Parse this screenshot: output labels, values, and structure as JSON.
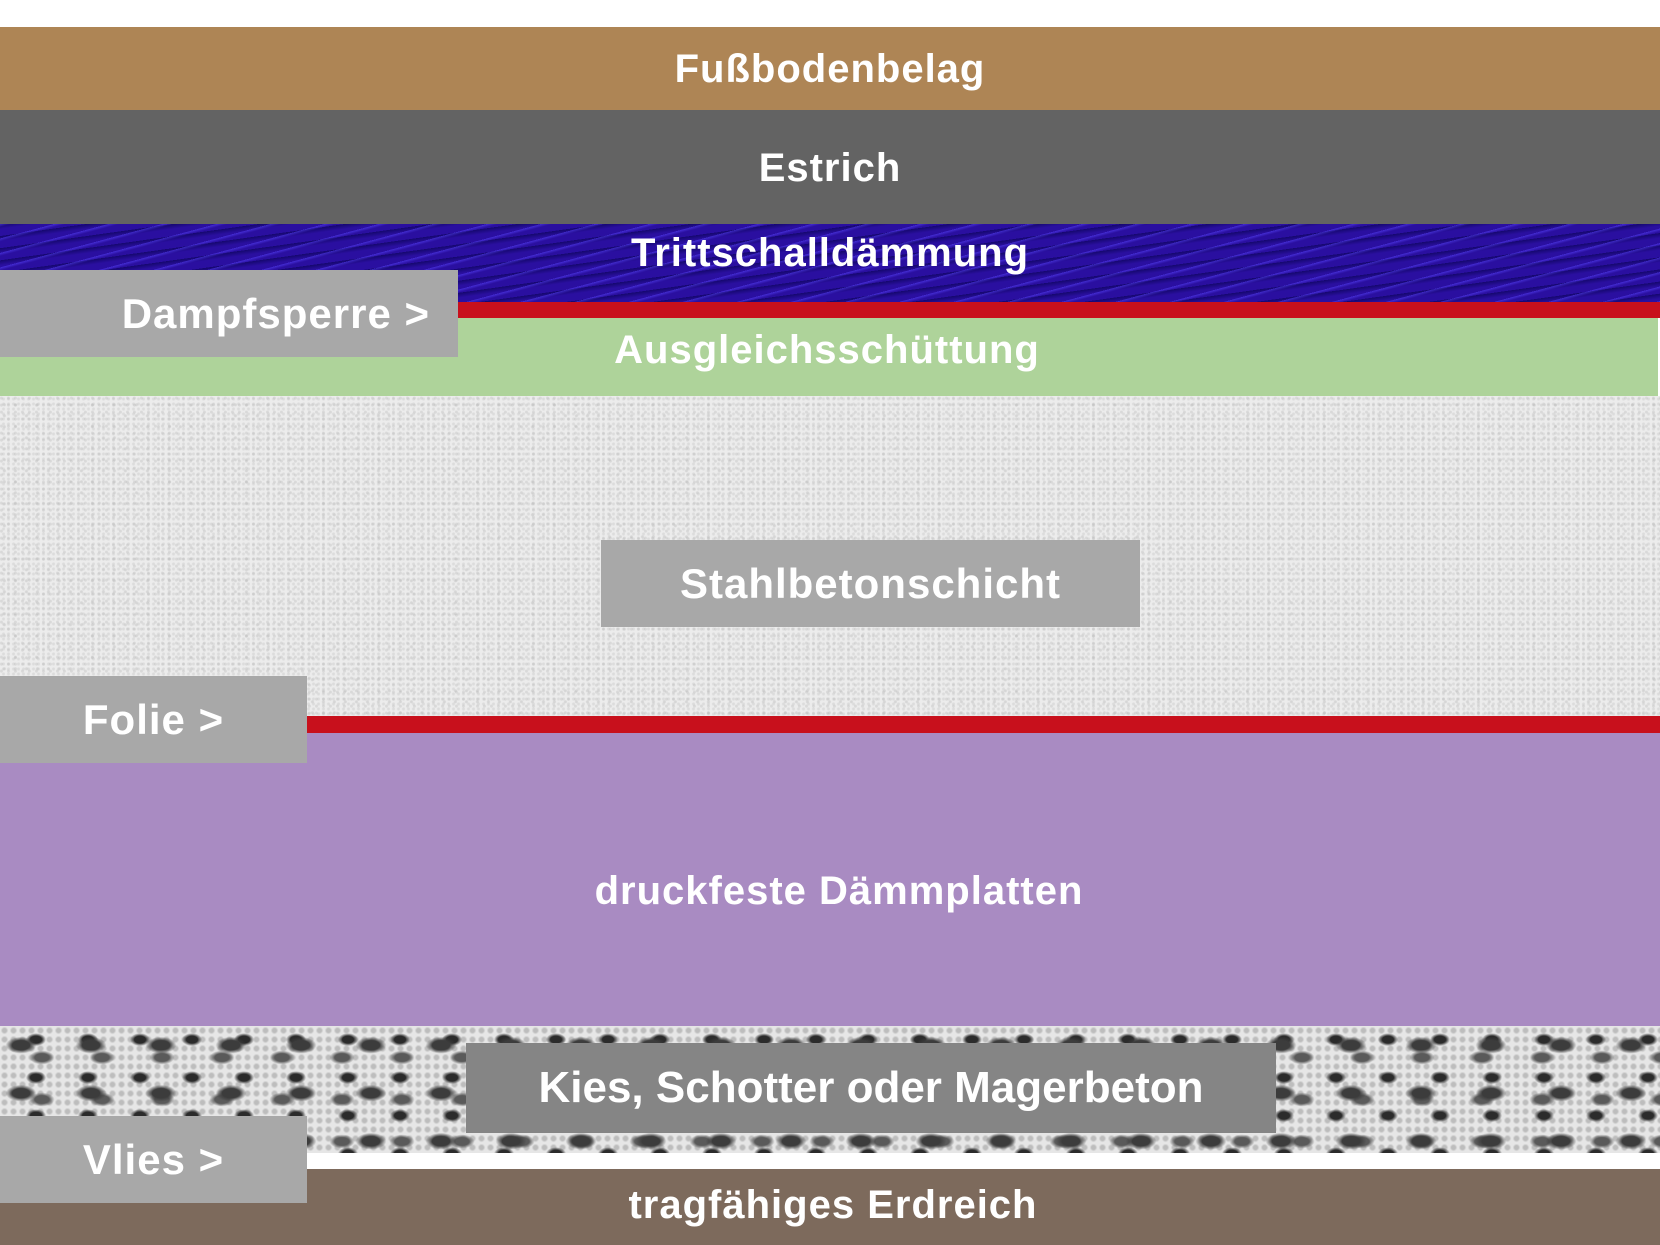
{
  "diagram": {
    "type": "floor-construction-cross-section",
    "layers": [
      {
        "id": "floor",
        "label": "Fußbodenbelag",
        "color": "#ae8555"
      },
      {
        "id": "estrich",
        "label": "Estrich",
        "color": "#636363"
      },
      {
        "id": "tritt",
        "label": "Trittschalldämmung",
        "color": "#2a0fa0"
      },
      {
        "id": "red1",
        "label": "",
        "color": "#c8101c"
      },
      {
        "id": "ausgleich",
        "label": "Ausgleichsschüttung",
        "color": "#aed39a"
      },
      {
        "id": "beton",
        "label": "Stahlbetonschicht",
        "color": "#ececec"
      },
      {
        "id": "red2",
        "label": "",
        "color": "#c8101c"
      },
      {
        "id": "daemm",
        "label": "druckfeste Dämmplatten",
        "color": "#a98bc2"
      },
      {
        "id": "kies",
        "label": "Kies, Schotter oder Magerbeton",
        "color": "#e6e6e6"
      },
      {
        "id": "vliesline",
        "label": "",
        "color": "#ffffff"
      },
      {
        "id": "erde",
        "label": "tragfähiges Erdreich",
        "color": "#7d6a5c"
      }
    ],
    "pointers": {
      "dampfsperre": "Dampfsperre >",
      "folie": "Folie >",
      "vlies": "Vlies >"
    },
    "tag_color": "#a8a8a8"
  }
}
